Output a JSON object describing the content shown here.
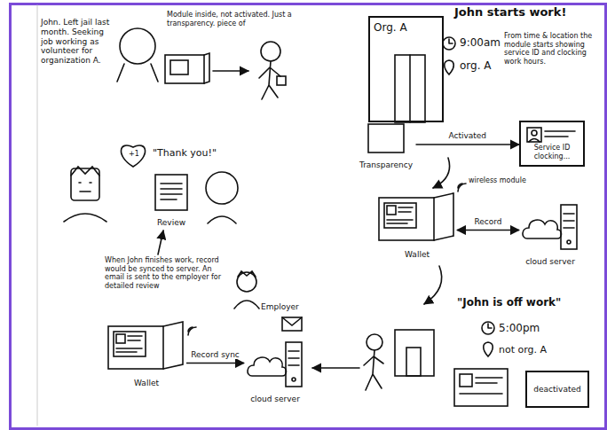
{
  "diagram": {
    "nodes": [
      {
        "text": [
          "Org. A"
        ]
      },
      {
        "text": [
          "Transparency"
        ]
      },
      {
        "text": [
          "Service ID clocking..."
        ]
      },
      {
        "text": [
          "Wallet"
        ]
      },
      {
        "text": [
          "cloud server"
        ]
      },
      {
        "text": [
          "deactivated"
        ]
      },
      {
        "text": [
          "Wallet"
        ]
      },
      {
        "text": [
          "cloud server"
        ]
      },
      {
        "text": [
          "Review"
        ]
      }
    ],
    "edges": [
      {
        "from": 1,
        "to": 2,
        "label": "Activated",
        "arrow": "to"
      },
      {
        "from": 3,
        "to": 4,
        "label": "Record",
        "arrow": "both"
      },
      {
        "from": 6,
        "to": 7,
        "label": "Record sync",
        "arrow": "to"
      }
    ],
    "labels": [
      "John. Left jail last month. Seeking job working as volunteer for organization A.",
      "Module inside, not activated. Just a transparency. piece of",
      "John starts work!",
      "9:00am",
      "org. A",
      "From time & location the module starts showing service ID and clocking work hours.",
      "wireless module",
      "\"John is off work\"",
      "5:00pm",
      "not org. A",
      "When John finishes work, record would be synced to server. An email is sent to the employer for detailed review",
      "Employer",
      "+1",
      "\"Thank you!\""
    ]
  }
}
